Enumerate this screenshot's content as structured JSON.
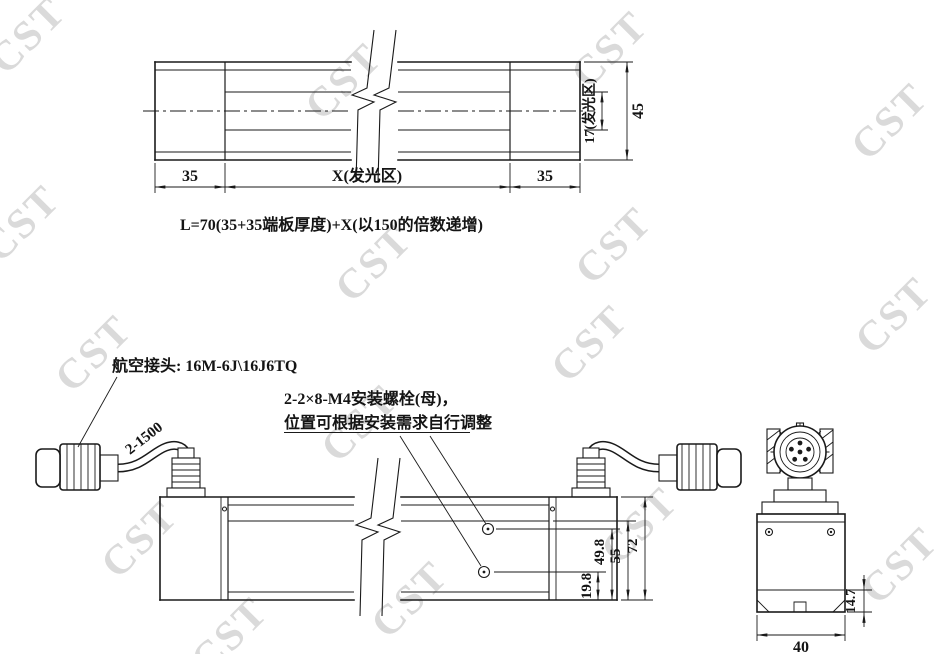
{
  "watermark": {
    "text": "CST"
  },
  "top_view": {
    "dim_left": "35",
    "dim_light_zone": "X(发光区)",
    "dim_right": "35",
    "dim_glow_height": "17(发光区)",
    "dim_total_height": "45",
    "length_formula": "L=70(35+35端板厚度)+X(以150的倍数递增)"
  },
  "side_view": {
    "connector_callout": "航空接头: 16M-6J\\16J6TQ",
    "cable_length": "2-1500",
    "bolt_note_line1": "2-2×8-M4安装螺栓(母)，",
    "bolt_note_line2": "位置可根据安装需求自行调整",
    "dim_bolt_lower": "19.8",
    "dim_bolt_upper": "49.8",
    "dim_body_height": "55",
    "dim_total_height": "72"
  },
  "end_view": {
    "dim_foot_height": "14.7",
    "dim_width": "40"
  }
}
